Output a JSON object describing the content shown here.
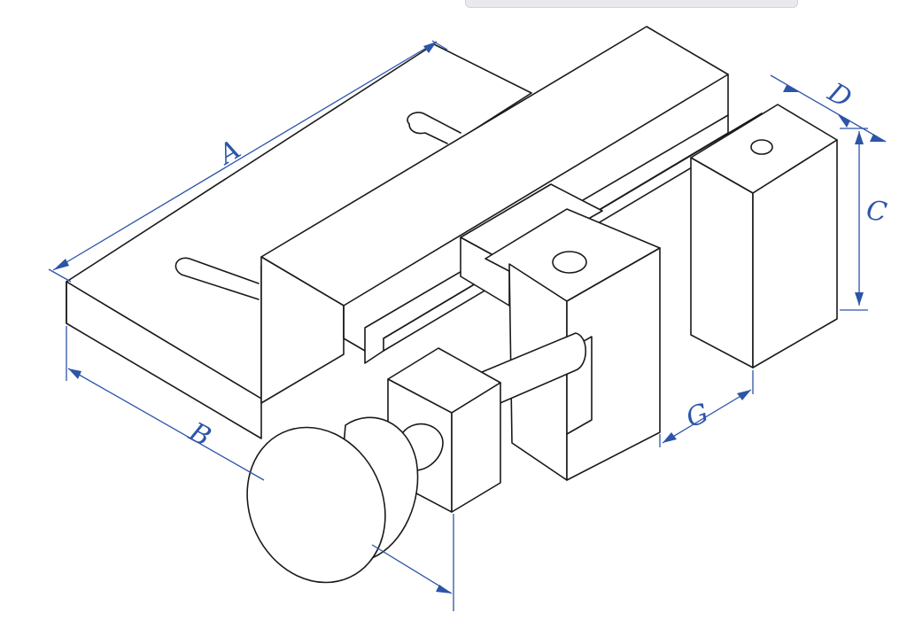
{
  "diagram": {
    "subject": "vise-isometric",
    "colors": {
      "outline": "#1a1a1a",
      "dimension": "#2c55a8",
      "background": "#ffffff"
    },
    "dimension_labels": {
      "A": "A",
      "B": "B",
      "C": "C",
      "D": "D",
      "G": "G"
    }
  }
}
